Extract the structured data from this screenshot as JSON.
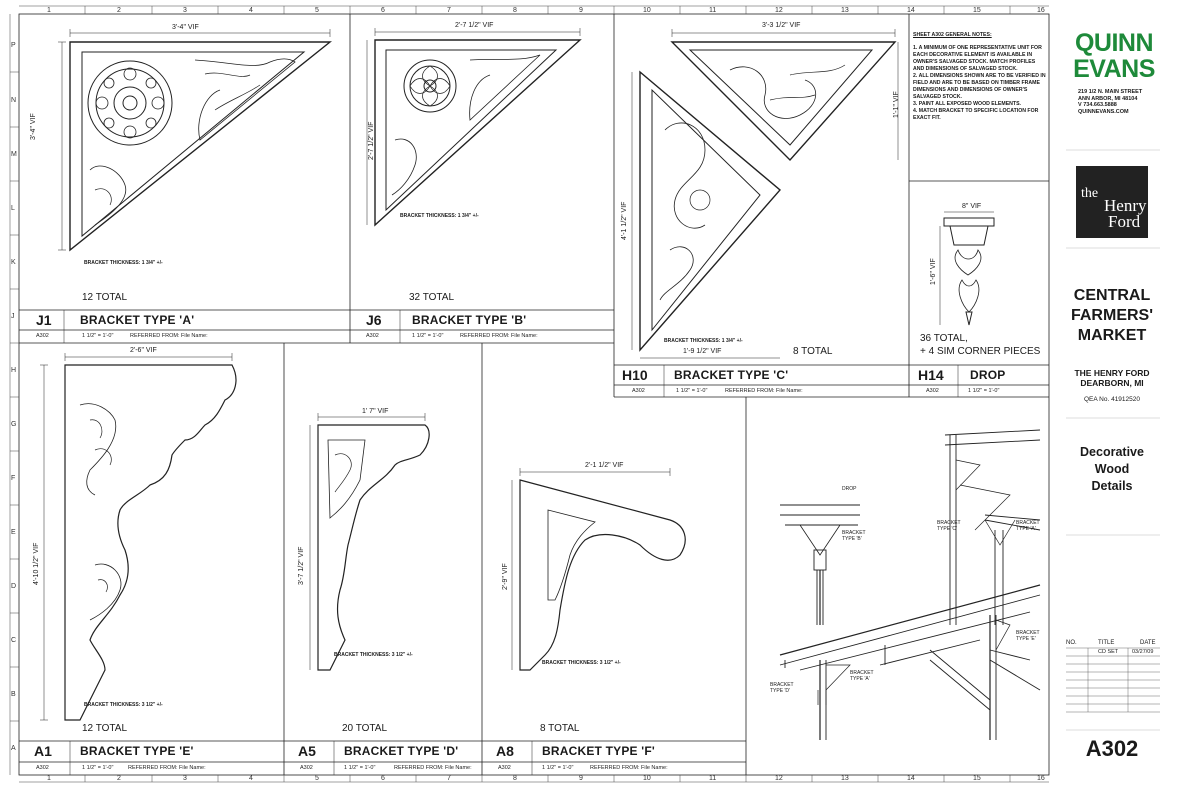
{
  "grid": {
    "cols": [
      "1",
      "2",
      "3",
      "4",
      "5",
      "6",
      "7",
      "8",
      "9",
      "10",
      "11",
      "12",
      "13",
      "14",
      "15",
      "16"
    ],
    "rows": [
      "P",
      "N",
      "M",
      "L",
      "K",
      "J",
      "H",
      "G",
      "F",
      "E",
      "D",
      "C",
      "B",
      "A"
    ]
  },
  "panels": {
    "j1": {
      "id": "J1",
      "title": "BRACKET TYPE 'A'",
      "sheet": "A302",
      "scale": "1 1/2\" = 1'-0\"",
      "ref": "REFERRED FROM: File Name:",
      "total": "12 TOTAL",
      "dim_w": "3'-4\" VIF",
      "dim_h": "3'-4\" VIF",
      "thickness": "BRACKET THICKNESS: 1 3/4\" +/-"
    },
    "j6": {
      "id": "J6",
      "title": "BRACKET TYPE 'B'",
      "sheet": "A302",
      "scale": "1 1/2\" = 1'-0\"",
      "ref": "REFERRED FROM: File Name:",
      "total": "32 TOTAL",
      "dim_w": "2'-7 1/2\" VIF",
      "dim_h": "2'-7 1/2\" VIF",
      "thickness": "BRACKET THICKNESS: 1 3/4\" +/-"
    },
    "h10": {
      "id": "H10",
      "title": "BRACKET TYPE 'C'",
      "sheet": "A302",
      "scale": "1 1/2\" = 1'-0\"",
      "ref": "REFERRED FROM: File Name:",
      "total": "8 TOTAL",
      "dim_w": "3'-3 1/2\" VIF",
      "dim_h": "1'-1\" VIF",
      "dim_h2": "4'-1 1/2\" VIF",
      "dim_w2": "1'-9 1/2\" VIF",
      "thickness": "BRACKET THICKNESS: 1 3/4\" +/-"
    },
    "h14": {
      "id": "H14",
      "title": "DROP",
      "sheet": "A302",
      "scale": "1 1/2\" = 1'-0\"",
      "total1": "36 TOTAL,",
      "total2": "+ 4 SIM CORNER PIECES",
      "dim_w": "8\" VIF",
      "dim_h": "1'-6\" VIF"
    },
    "a1": {
      "id": "A1",
      "title": "BRACKET TYPE 'E'",
      "sheet": "A302",
      "scale": "1 1/2\" = 1'-0\"",
      "ref": "REFERRED FROM: File Name:",
      "total": "12 TOTAL",
      "dim_w": "2'-6\" VIF",
      "dim_h": "4'-10 1/2\" VIF",
      "thickness": "BRACKET THICKNESS: 3 1/2\" +/-"
    },
    "a5": {
      "id": "A5",
      "title": "BRACKET TYPE 'D'",
      "sheet": "A302",
      "scale": "1 1/2\" = 1'-0\"",
      "ref": "REFERRED FROM: File Name:",
      "total": "20 TOTAL",
      "dim_w": "1' 7\" VIF",
      "dim_h": "3'-7 1/2\" VIF",
      "thickness": "BRACKET THICKNESS: 3 1/2\" +/-"
    },
    "a8": {
      "id": "A8",
      "title": "BRACKET TYPE 'F'",
      "sheet": "A302",
      "scale": "1 1/2\" = 1'-0\"",
      "ref": "REFERRED FROM: File Name:",
      "total": "8 TOTAL",
      "dim_w": "2'-1 1/2\" VIF",
      "dim_h": "2'-9\" VIF",
      "thickness": "BRACKET THICKNESS: 3 1/2\" +/-"
    }
  },
  "notes": {
    "heading": "SHEET A302 GENERAL NOTES:",
    "items": [
      "1.  A MINIMUM OF ONE REPRESENTATIVE UNIT FOR",
      "     EACH DECORATIVE ELEMENT IS AVAILABLE IN",
      "     OWNER'S SALVAGED STOCK. MATCH PROFILES",
      "     AND DIMENSIONS OF SALVAGED STOCK.",
      "2.  ALL DIMENSIONS SHOWN ARE TO BE VERIFIED IN",
      "     FIELD AND ARE TO BE BASED ON TIMBER FRAME",
      "     DIMENSIONS AND DIMENSIONS OF OWNER'S",
      "     SALVAGED STOCK.",
      "3.  PAINT ALL EXPOSED WOOD ELEMENTS.",
      "4.  MATCH BRACKET TO SPECIFIC LOCATION FOR",
      "     EXACT FIT."
    ]
  },
  "callouts": {
    "drop": "DROP",
    "bracket_b": "BRACKET\nTYPE 'B'",
    "bracket_c": "BRACKET\nTYPE 'C'",
    "bracket_a": "BRACKET\nTYPE 'A'",
    "bracket_e": "BRACKET\nTYPE 'E'",
    "bracket_d": "BRACKET\nTYPE 'D'",
    "bracket_a2": "BRACKET\nTYPE 'A'"
  },
  "title_block": {
    "firm_line1": "QUINN",
    "firm_line2": "EVANS",
    "address1": "219 1/2 N. MAIN STREET",
    "address2": "ANN ARBOR, MI 48104",
    "phone": "V 734.663.5888",
    "web": "QUINNEVANS.COM",
    "client_the": "the",
    "client_name1": "Henry",
    "client_name2": "Ford",
    "project1": "CENTRAL",
    "project2": "FARMERS'",
    "project3": "MARKET",
    "location1": "THE HENRY FORD",
    "location2": "DEARBORN, MI",
    "qea": "QEA No. 41912520",
    "sheet_title1": "Decorative",
    "sheet_title2": "Wood",
    "sheet_title3": "Details",
    "rev_headers": [
      "NO.",
      "TITLE",
      "DATE"
    ],
    "rev_row": [
      "",
      "CD SET",
      "03/27/09"
    ],
    "sheet_number": "A302"
  },
  "colors": {
    "ink": "#1a1a1a",
    "firm_green": "#1e8a3a",
    "client_box": "#222222"
  }
}
